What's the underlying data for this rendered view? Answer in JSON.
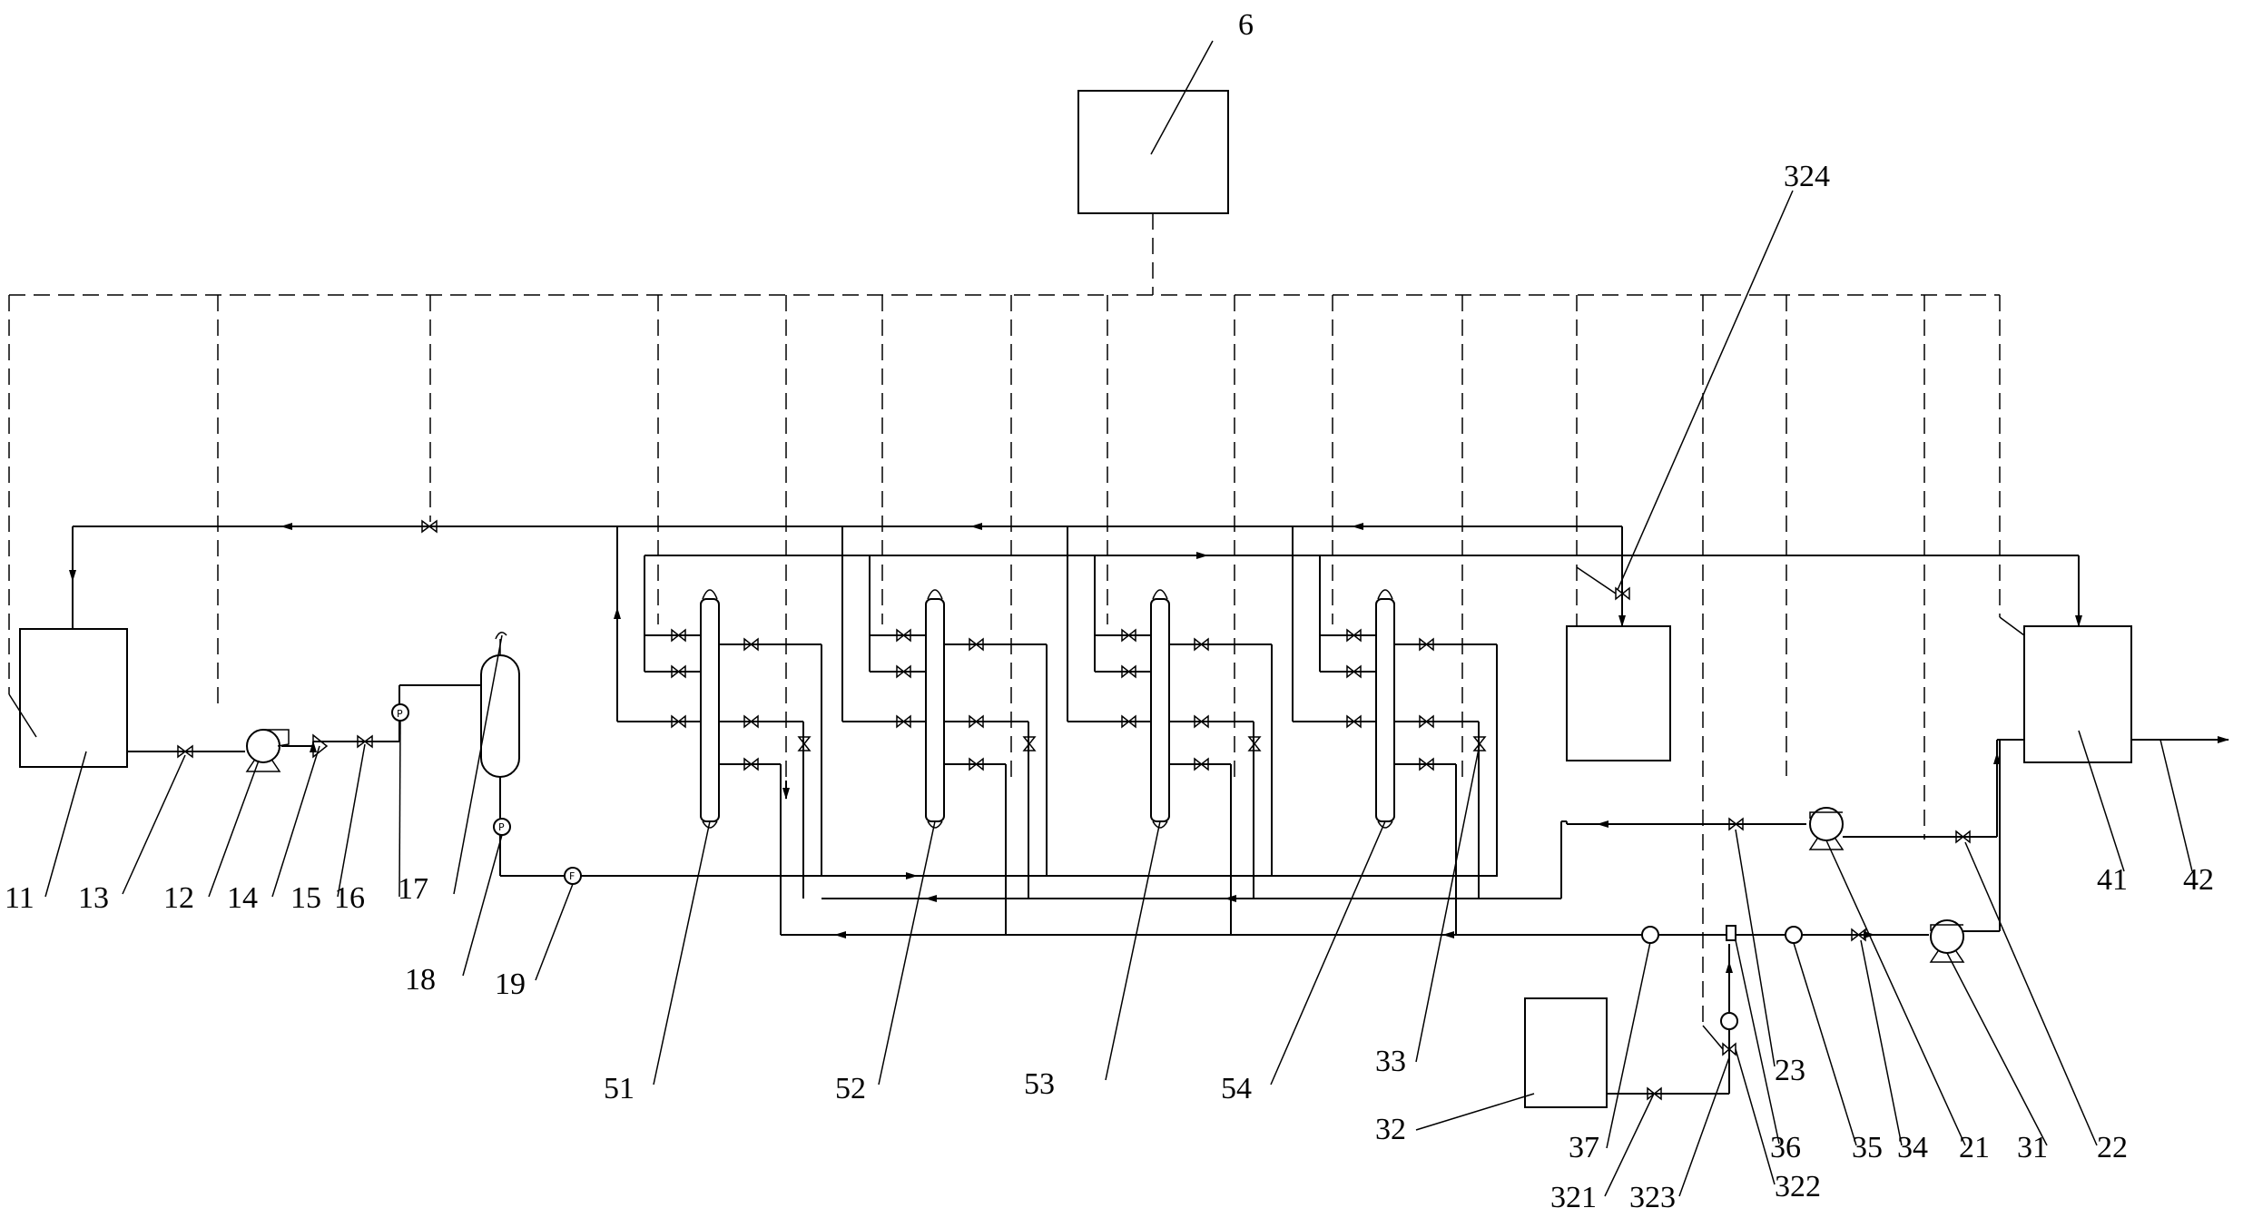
{
  "labels": {
    "n6": "6",
    "n324": "324",
    "n11": "11",
    "n13": "13",
    "n12": "12",
    "n14": "14",
    "n15": "15",
    "n16": "16",
    "n17": "17",
    "n18": "18",
    "n19": "19",
    "n51": "51",
    "n52": "52",
    "n53": "53",
    "n54": "54",
    "n33": "33",
    "n32": "32",
    "n37": "37",
    "n321": "321",
    "n323": "323",
    "n322": "322",
    "n36": "36",
    "n35": "35",
    "n34": "34",
    "n21": "21",
    "n31": "31",
    "n22": "22",
    "n23": "23",
    "n41": "41",
    "n42": "42"
  }
}
